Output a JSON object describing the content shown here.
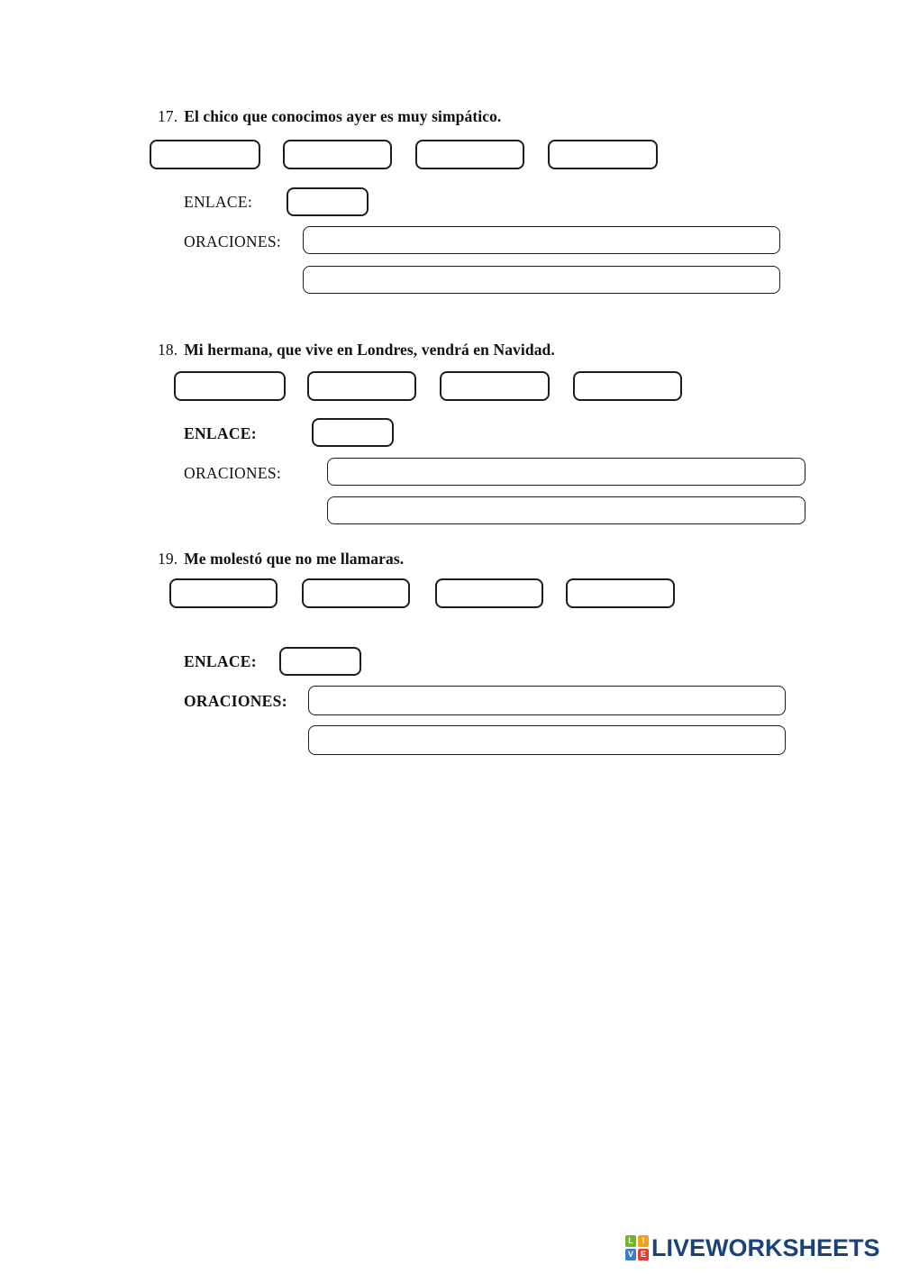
{
  "page": {
    "background": "#ffffff"
  },
  "exercises": [
    {
      "number": "17.",
      "sentence": "El chico que conocimos ayer es muy simpático.",
      "enlace_label": "ENLACE:",
      "oraciones_label": "ORACIONES:",
      "word_box_values": [
        "",
        "",
        "",
        ""
      ],
      "enlace_value": "",
      "oraciones_values": [
        "",
        ""
      ]
    },
    {
      "number": "18.",
      "sentence": "Mi hermana, que vive en Londres, vendrá en Navidad.",
      "enlace_label": "ENLACE:",
      "oraciones_label": "ORACIONES:",
      "word_box_values": [
        "",
        "",
        "",
        ""
      ],
      "enlace_value": "",
      "oraciones_values": [
        "",
        ""
      ]
    },
    {
      "number": "19.",
      "sentence": "Me molestó que no me llamaras.",
      "enlace_label": "ENLACE:",
      "oraciones_label": "ORACIONES:",
      "word_box_values": [
        "",
        "",
        "",
        ""
      ],
      "enlace_value": "",
      "oraciones_values": [
        "",
        ""
      ]
    }
  ],
  "footer_logo": {
    "brand_text": "LIVEWORKSHEETS",
    "brand_color": "#1a4479",
    "icon_tiles": [
      {
        "letter": "L",
        "color": "#70b62c"
      },
      {
        "letter": "I",
        "color": "#f7a11a"
      },
      {
        "letter": "V",
        "color": "#3e7dc8"
      },
      {
        "letter": "E",
        "color": "#e93c2f"
      }
    ]
  }
}
